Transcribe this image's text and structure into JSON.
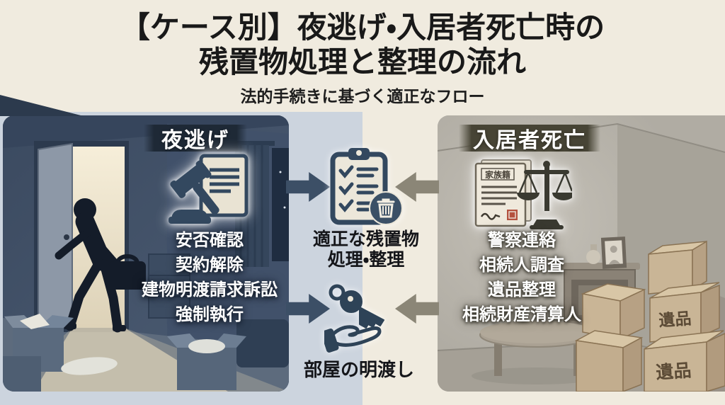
{
  "title": {
    "line1": "【ケース別】夜逃げ・入居者死亡時の",
    "line2": "残置物処理と整理の流れ",
    "subtitle": "法的手続きに基づく適正なフロー"
  },
  "left_case": {
    "header": "夜逃げ",
    "steps": [
      "安否確認",
      "契約解除",
      "建物明渡請求訴訟",
      "強制執行"
    ]
  },
  "right_case": {
    "header": "入居者死亡",
    "steps": [
      "警察連絡",
      "相続人調査",
      "遺品整理",
      "相続財産清算人"
    ],
    "box_label": "遺品",
    "document_label": "家族籍"
  },
  "center": {
    "top_label_line1": "適正な残置物",
    "top_label_line2": "処理・整理",
    "bottom_label": "部屋の明渡し"
  },
  "icons": {
    "left": "gavel-document-icon",
    "center_top": "checklist-clipboard-icon",
    "center_top_badge": "trash-icon",
    "center_bottom": "key-handover-icon",
    "right": "family-register-scales-icon"
  },
  "colors": {
    "background_right": "#f0ebdf",
    "background_left": "#ccd4de",
    "panel_left": "#44546b",
    "panel_right": "#aba79d",
    "left_header_bg": "#1e2936",
    "right_header_bg": "#474435",
    "arrow_navy": "#3c4f66",
    "arrow_gray": "#8b8677",
    "title_text": "#191919",
    "cardboard": "#c9b596",
    "box_label_text": "#5c4b36"
  }
}
